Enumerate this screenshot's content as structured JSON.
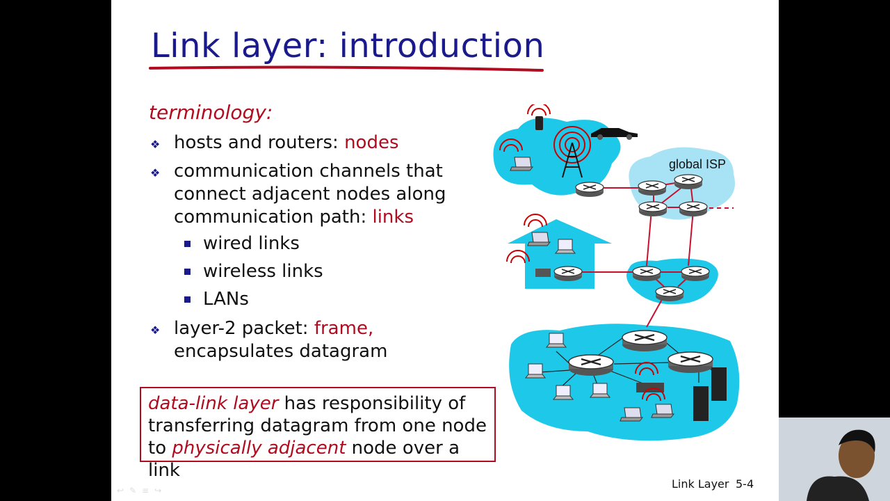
{
  "slide": {
    "title": "Link layer: introduction",
    "terminology_heading": "terminology:",
    "bullets": [
      {
        "parts": [
          "hosts and routers: ",
          "nodes"
        ]
      },
      {
        "lines": [
          "communication channels that",
          "connect adjacent nodes along"
        ],
        "last_plain": "communication path: ",
        "last_red": "links"
      },
      {
        "sub": [
          "wired links",
          "wireless links",
          "LANs"
        ]
      },
      {
        "line1_plain": "layer-2 packet: ",
        "line1_red": "frame,",
        "line2": "encapsulates datagram"
      }
    ],
    "definition": {
      "italic1": "data-link layer",
      "text1": " has responsibility of",
      "line2": "transferring datagram from one node",
      "text3a": "to ",
      "italic2": "physically adjacent",
      "text3b": " node over a link"
    },
    "diagram": {
      "global_isp_label": "global ISP"
    },
    "footer": {
      "label": "Link Layer",
      "page": "5-4"
    }
  },
  "colors": {
    "title": "#1a1a8c",
    "accent_red": "#b00b1e",
    "network_cyan": "#1ec8e8"
  }
}
